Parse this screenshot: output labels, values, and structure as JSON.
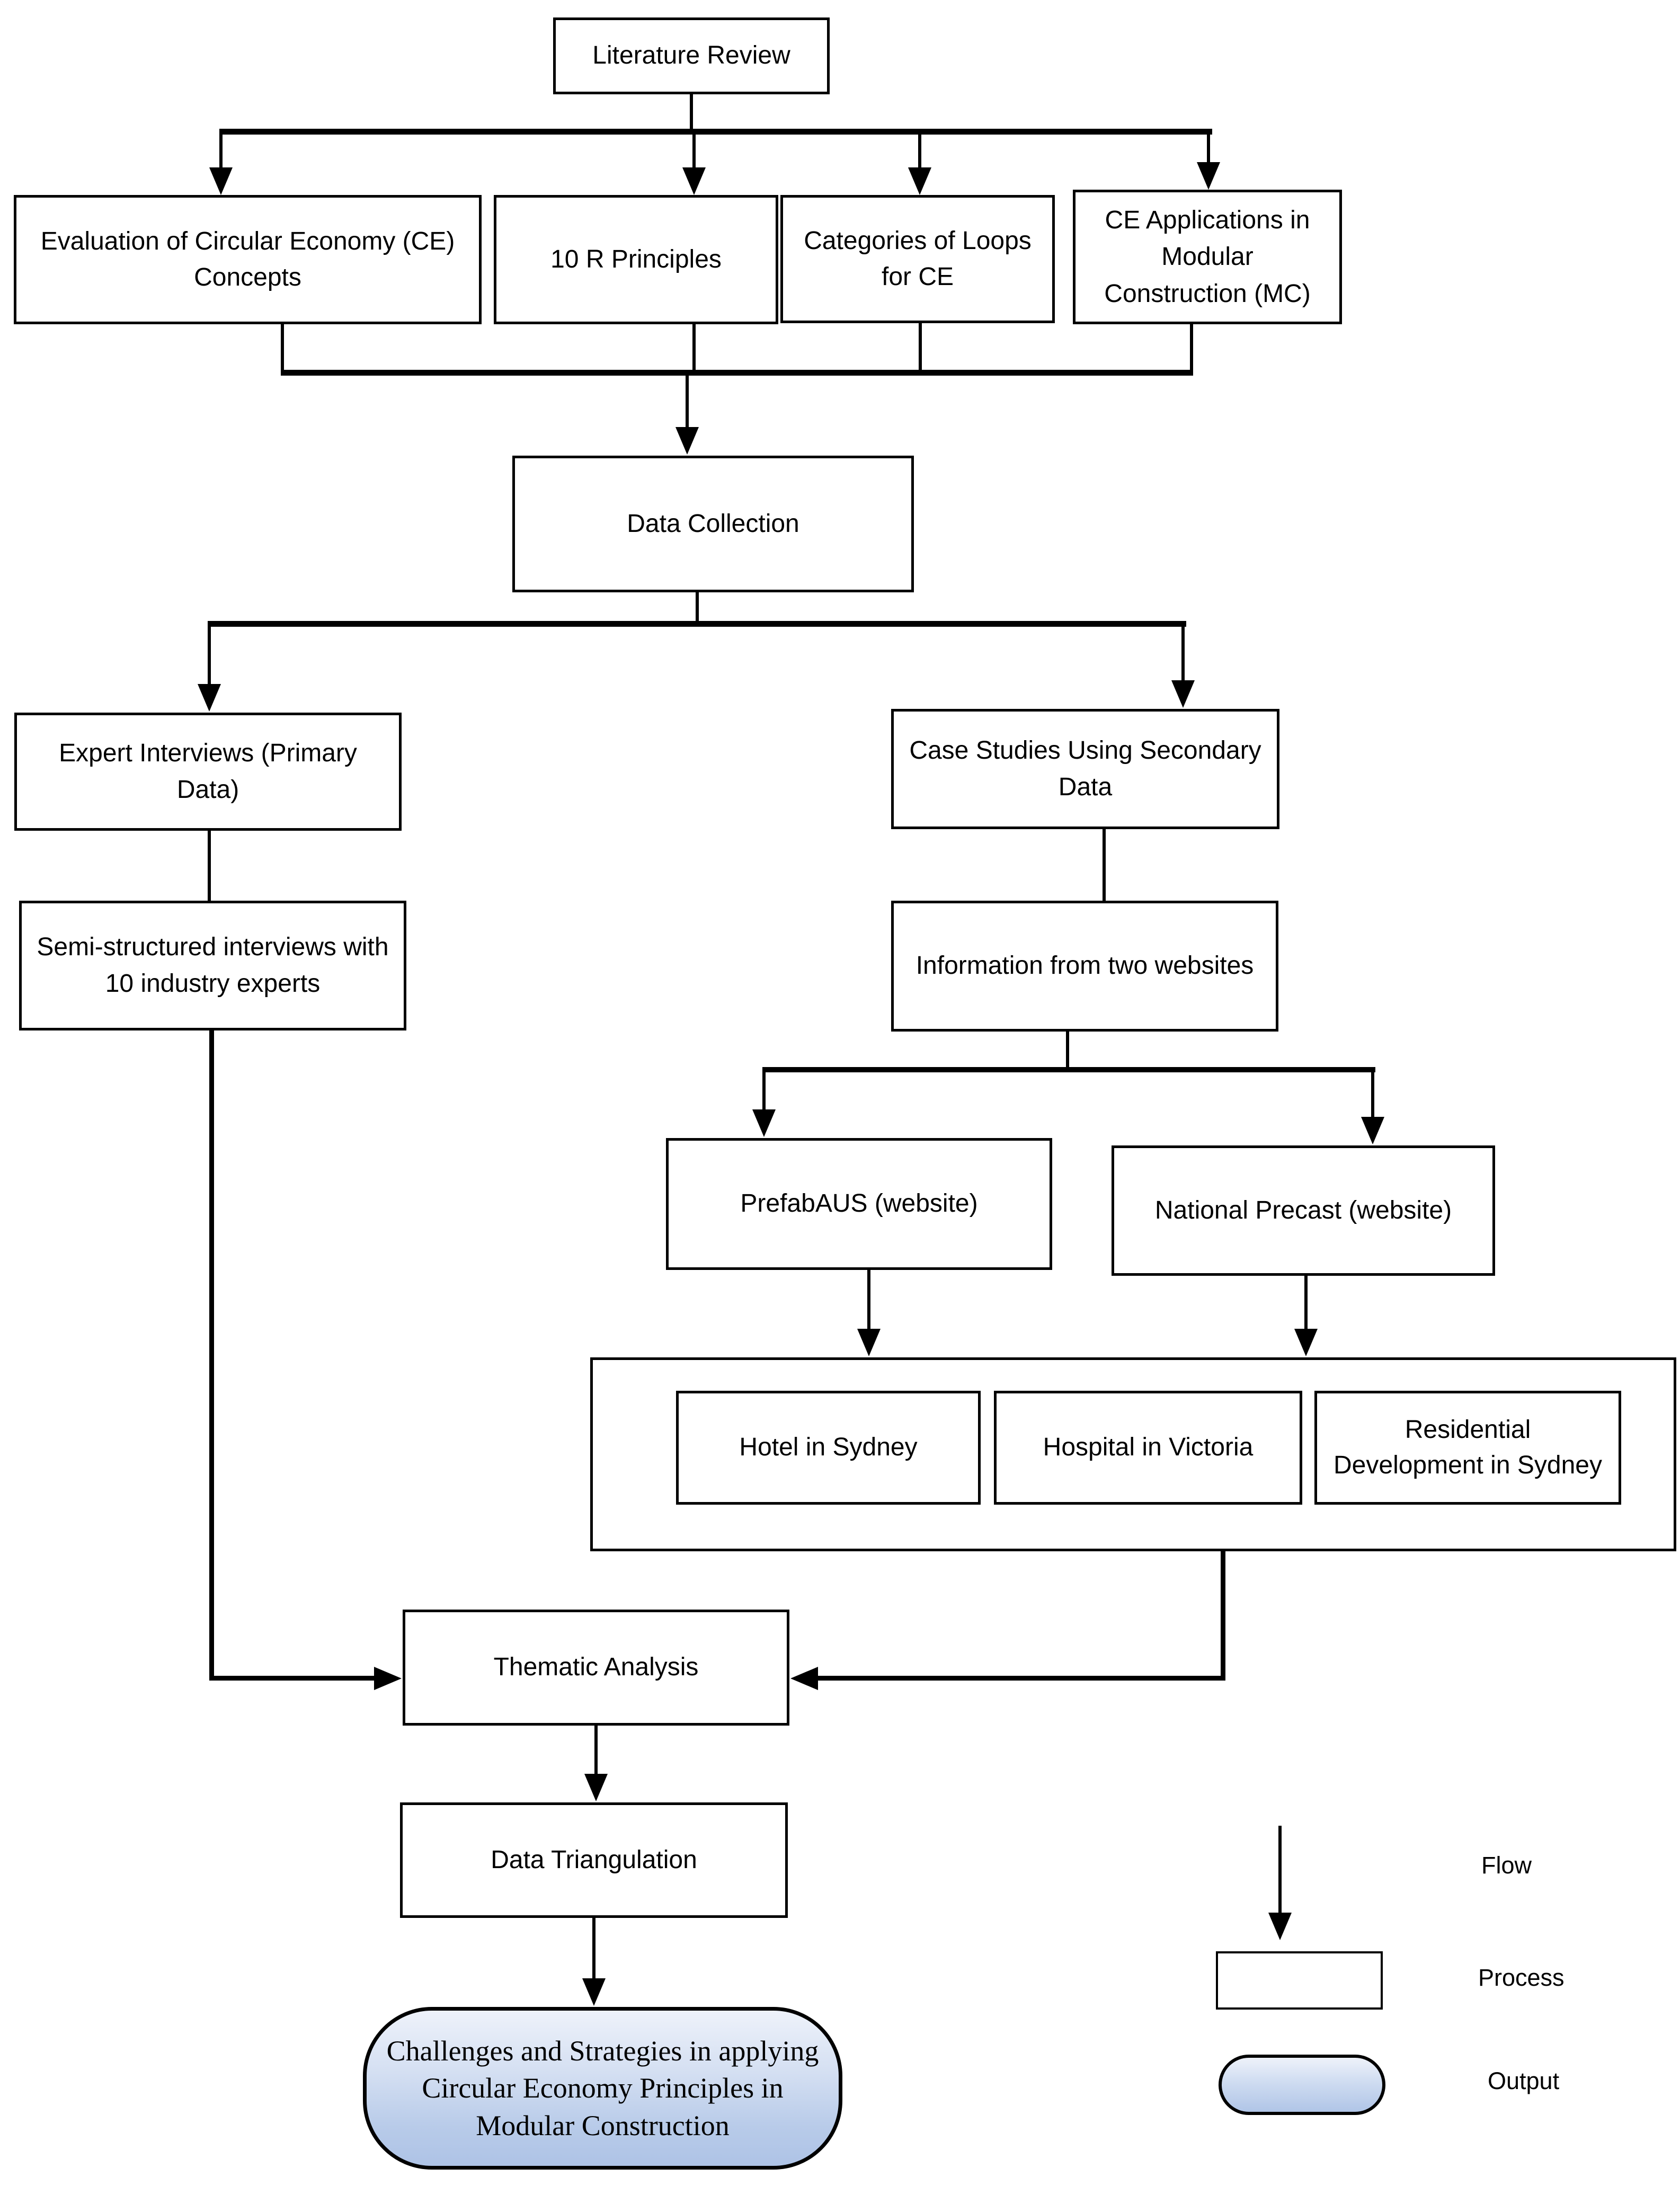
{
  "nodes": {
    "literature_review": "Literature Review",
    "evaluation_ce": "Evaluation of Circular Economy (CE) Concepts",
    "ten_r_principles": "10 R Principles",
    "categories_loops": "Categories of Loops for CE",
    "ce_applications": "CE Applications in Modular Construction (MC)",
    "data_collection": "Data Collection",
    "expert_interviews": "Expert Interviews (Primary Data)",
    "semi_structured": "Semi-structured interviews with 10 industry experts",
    "case_studies": "Case Studies Using Secondary Data",
    "information_websites": "Information from two websites",
    "prefabaus": "PrefabAUS (website)",
    "national_precast": "National Precast (website)",
    "hotel_sydney": "Hotel in Sydney",
    "hospital_victoria": "Hospital in Victoria",
    "residential_sydney": "Residential Development in Sydney",
    "thematic_analysis": "Thematic Analysis",
    "data_triangulation": "Data Triangulation",
    "output_statement": "Challenges and Strategies in applying Circular Economy Principles in Modular Construction"
  },
  "legend": {
    "flow_label": "Flow",
    "process_label": "Process",
    "output_label": "Output"
  },
  "colors": {
    "line": "#000000",
    "process_fill": "#ffffff",
    "output_gradient_top": "#eef2fa",
    "output_gradient_bottom": "#aec3e6"
  }
}
